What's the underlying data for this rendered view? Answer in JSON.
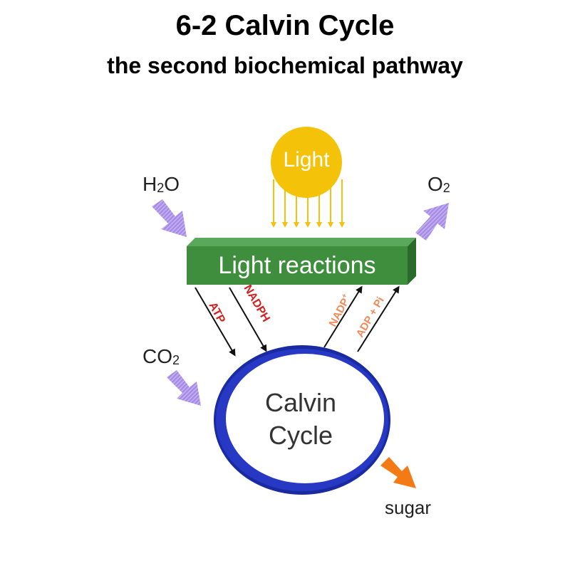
{
  "header": {
    "title": "6-2 Calvin Cycle",
    "subtitle": "the second biochemical pathway"
  },
  "diagram": {
    "light_label": "Light",
    "water": {
      "main": "H",
      "sub": "2",
      "end": "O"
    },
    "oxygen": {
      "main": "O",
      "sub": "2"
    },
    "carbon_dioxide": {
      "main": "CO",
      "sub": "2"
    },
    "light_reactions_label": "Light reactions",
    "calvin_line1": "Calvin",
    "calvin_line2": "Cycle",
    "sugar_label": "sugar",
    "atp_label": "ATP",
    "nadph_label": "NADPH",
    "nadp_label": "NADP",
    "nadp_sup": "+",
    "adp_label": "ADP + Pi"
  },
  "colors": {
    "sun": "#f5c20a",
    "light_reactions_box": "#3e8e3e",
    "calvin_ring": "#1f2fb8",
    "input_arrows": "#a78be6",
    "sugar_arrow": "#f37a14",
    "atp_nadph_text": "#d62020",
    "nadp_adp_text": "#f08a5a"
  }
}
